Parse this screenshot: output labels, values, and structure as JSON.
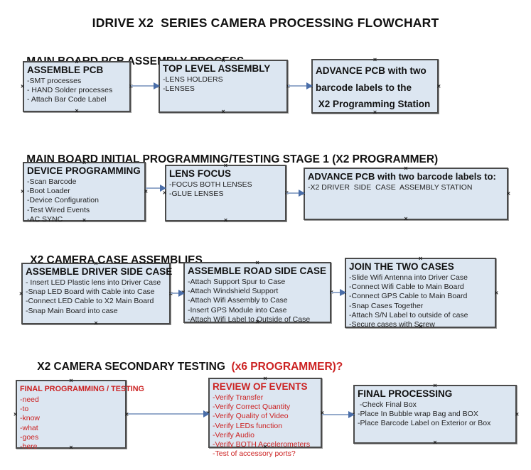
{
  "title": "IDRIVE X2  SERIES CAMERA PROCESSING FLOWCHART",
  "connector_marker": "×",
  "colors": {
    "box_fill": "#dce6f1",
    "box_border": "#4a4a4a",
    "red_text": "#cc2222",
    "arrow_line": "#95aacb",
    "arrow_head": "#4a6ea9",
    "black_text": "#111111"
  },
  "headings": [
    {
      "text": "MAIN BOARD PCB ASSEMBLY PROCESS",
      "red_suffix": ""
    },
    {
      "text": "MAIN BOARD INITIAL PROGRAMMING/TESTING STAGE 1 (X2 PROGRAMMER)",
      "red_suffix": ""
    },
    {
      "text": "X2 CAMERA CASE ASSEMBLIES",
      "red_suffix": ""
    },
    {
      "text": "X2 CAMERA SECONDARY TESTING ",
      "red_suffix": " (x6 PROGRAMMER)?"
    }
  ],
  "boxes": [
    {
      "title": "ASSEMBLE PCB",
      "items": [
        "-SMT processes",
        "- HAND Solder processes",
        "- Attach Bar Code Label"
      ]
    },
    {
      "title": "TOP LEVEL ASSEMBLY",
      "items": [
        "-LENS HOLDERS",
        "-LENSES"
      ]
    },
    {
      "title": "ADVANCE PCB with two",
      "items": [
        "barcode labels to the",
        " X2 Programming Station"
      ]
    },
    {
      "title": "DEVICE PROGRAMMING",
      "items": [
        "-Scan Barcode",
        "-Boot Loader",
        "-Device Configuration",
        "-Test Wired Events",
        "-AC SYNC"
      ]
    },
    {
      "title": "LENS FOCUS",
      "items": [
        "-FOCUS BOTH LENSES",
        "-GLUE LENSES"
      ]
    },
    {
      "title": "ADVANCE PCB with two barcode labels to:",
      "items": [
        "-X2 DRIVER  SIDE  CASE  ASSEMBLY STATION"
      ]
    },
    {
      "title": "ASSEMBLE DRIVER SIDE CASE",
      "items": [
        "- Insert LED Plastic lens into Driver Case",
        "-Snap LED Board with Cable into Case",
        "-Connect LED Cable to X2 Main Board",
        "-Snap Main Board into case"
      ]
    },
    {
      "title": "ASSEMBLE ROAD SIDE CASE",
      "items": [
        "-Attach Support Spur to Case",
        "-Attach Windshield Support",
        "-Attach Wifi Assembly to Case",
        "-Insert GPS Module into Case",
        "-Attach Wifi Label to Outside of Case"
      ]
    },
    {
      "title": "JOIN THE TWO CASES",
      "items": [
        "-Slide Wifi Antenna into Driver Case",
        "-Connect Wifi Cable to Main Board",
        "-Connect GPS Cable to Main Board",
        "-Snap Cases Together",
        "-Attach S/N Label to outside of case",
        "-Secure cases with Screw"
      ]
    },
    {
      "title": "FINAL PROGRAMMING / TESTING",
      "items": [
        "-need",
        "-to",
        "-know",
        "-what",
        "-goes",
        "-here"
      ]
    },
    {
      "title": "REVIEW OF EVENTS",
      "items": [
        "-Verify Transfer",
        "-Verify Correct Quantity",
        "-Verify Quality of Video",
        "-Verify LEDs function",
        "-Verify Audio",
        "-Verify BOTH Accelerometers",
        "-Test of accessory ports?"
      ]
    },
    {
      "title": "FINAL PROCESSING",
      "items": [
        " -Check Final Box",
        "-Place In Bubble wrap Bag and BOX",
        "-Place Barcode Label on Exterior or Box"
      ]
    }
  ]
}
